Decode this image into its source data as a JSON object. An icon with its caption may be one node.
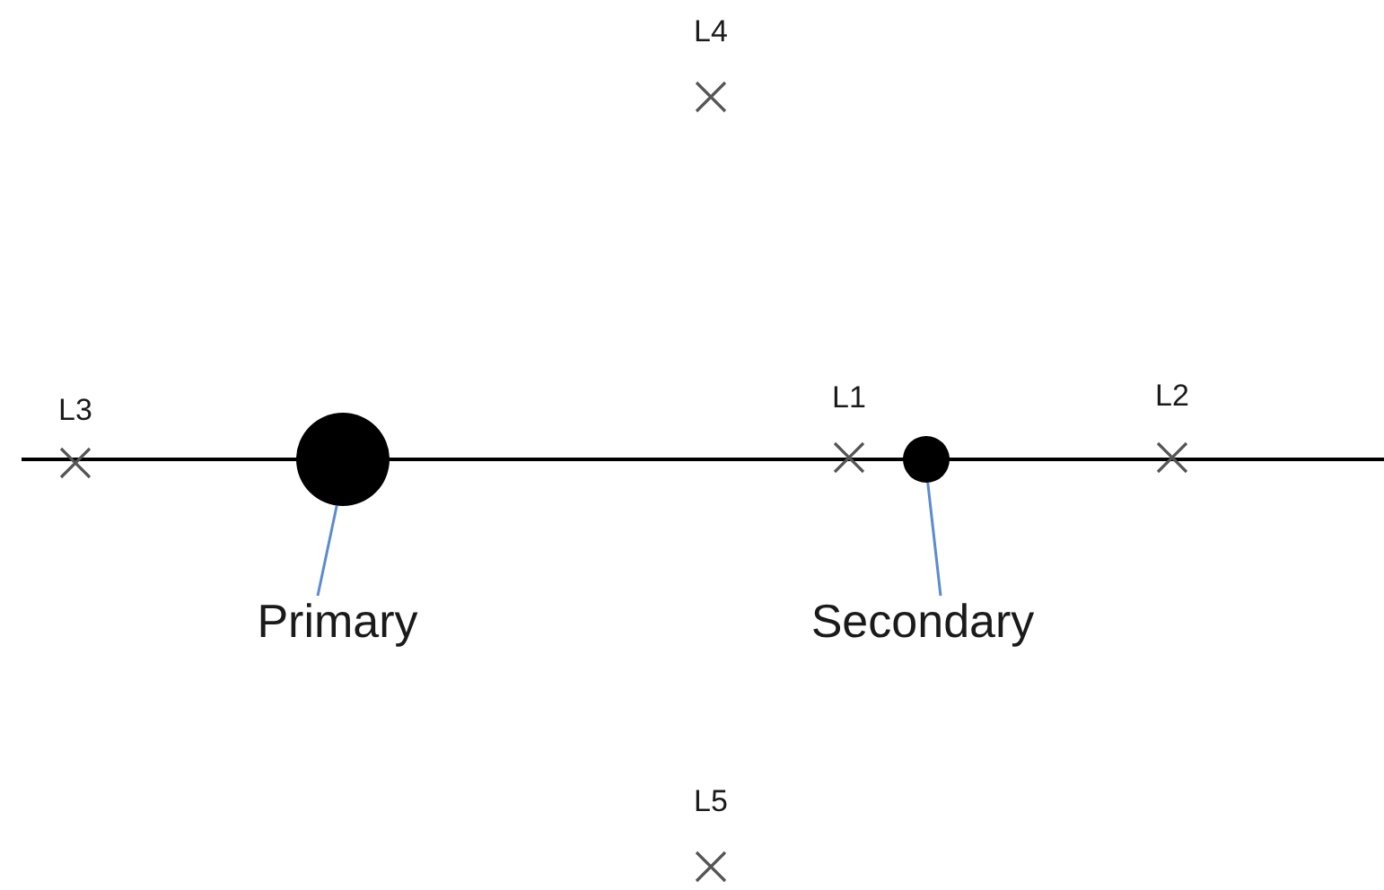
{
  "diagram": {
    "nodes": [
      {
        "text": [],
        "shape": "circle"
      },
      {
        "text": [],
        "shape": "circle"
      },
      {
        "text": [
          "Primary"
        ]
      },
      {
        "text": [
          "Secondary"
        ]
      }
    ],
    "edges": [
      {
        "from": 2,
        "to": 0,
        "arrow": "none"
      },
      {
        "from": 3,
        "to": 1,
        "arrow": "none"
      }
    ],
    "labels": [
      "L4",
      "L3",
      "L1",
      "L2",
      "L5"
    ]
  }
}
